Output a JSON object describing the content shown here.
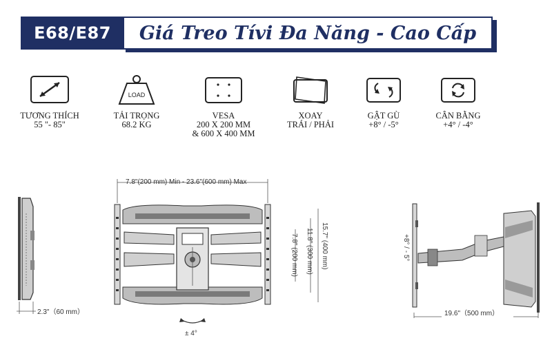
{
  "header": {
    "model": "E68/E87",
    "title": "Giá Treo Tívi Đa Năng - Cao Cấp"
  },
  "features": [
    {
      "icon": "tv-diagonal-icon",
      "line1": "TƯƠNG THÍCH",
      "line2": "55 \"- 85\"",
      "line3": ""
    },
    {
      "icon": "load-weight-icon",
      "line1": "TẢI TRỌNG",
      "line2": "68.2 KG",
      "line3": ""
    },
    {
      "icon": "vesa-pattern-icon",
      "line1": "VESA",
      "line2": "200 X 200 MM",
      "line3": "& 600 X 400 MM"
    },
    {
      "icon": "swivel-icon",
      "line1": "XOAY",
      "line2": "TRÁI / PHẢI",
      "line3": ""
    },
    {
      "icon": "tilt-icon",
      "line1": "GẬT GÙ",
      "line2": "+8° / -5°",
      "line3": ""
    },
    {
      "icon": "level-icon",
      "line1": "CÂN BẰNG",
      "line2": "+4° / -4°",
      "line3": ""
    }
  ],
  "load_icon_text": "LOAD",
  "dimensions": {
    "width_range": "7.8\"(200 mm) Min - 23.6\"(600 mm) Max",
    "height_outer": "15.7\" (400 mm)",
    "height_mid": "11.8\" (300 mm)",
    "height_inner": "7.8\" (200 mm)",
    "rotation": "± 4°",
    "depth_min": "2.3\"（60 mm）",
    "tilt": "+8° / - 5°",
    "extension": "19.6\"（500 mm）"
  }
}
